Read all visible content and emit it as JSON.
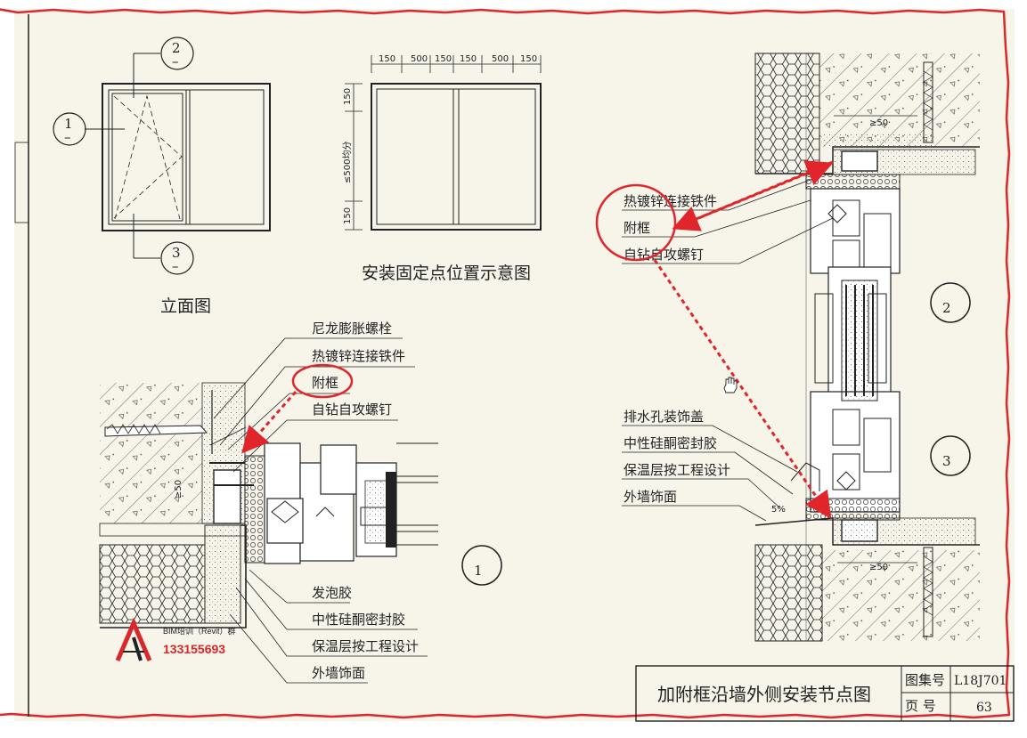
{
  "titles": {
    "elevation": "立面图",
    "fix_points": "安装固定点位置示意图"
  },
  "fix_dims": {
    "top": [
      "150",
      "500",
      "150",
      "150",
      "500",
      "150"
    ],
    "left": [
      "150",
      "≤500均分",
      "150"
    ]
  },
  "markers": {
    "m1": "1",
    "m2": "2",
    "m3": "3",
    "m2_sub": "–",
    "m1_sub": "–",
    "m3_sub": "–"
  },
  "detail1": {
    "labels_top": [
      "尼龙膨胀螺栓",
      "热镀锌连接铁件",
      "附框",
      "自钻自攻螺钉"
    ],
    "labels_bottom": [
      "发泡胶",
      "中性硅酮密封胶",
      "保温层按工程设计",
      "外墙饰面"
    ],
    "dim": "≥50",
    "number": "1"
  },
  "detail_right": {
    "labels_top": [
      "热镀锌连接铁件",
      "附框",
      "自钻自攻螺钉"
    ],
    "labels_mid": [
      "排水孔装饰盖",
      "中性硅酮密封胶",
      "保温层按工程设计",
      "外墙饰面"
    ],
    "dim_top": "≥50",
    "dim_bottom": "≥50",
    "slope": "5%",
    "number2": "2",
    "number3": "3"
  },
  "title_block": {
    "title": "加附框沿墙外侧安装节点图",
    "set_label": "图集号",
    "set_value": "L18J701",
    "page_label": "页  号",
    "page_value": "63"
  },
  "watermark": {
    "group": "BIM培训（Revit）群",
    "number": "133155693"
  },
  "colors": {
    "annotation": "#e0262a",
    "line": "#222222",
    "wm_red": "#d8282b"
  }
}
